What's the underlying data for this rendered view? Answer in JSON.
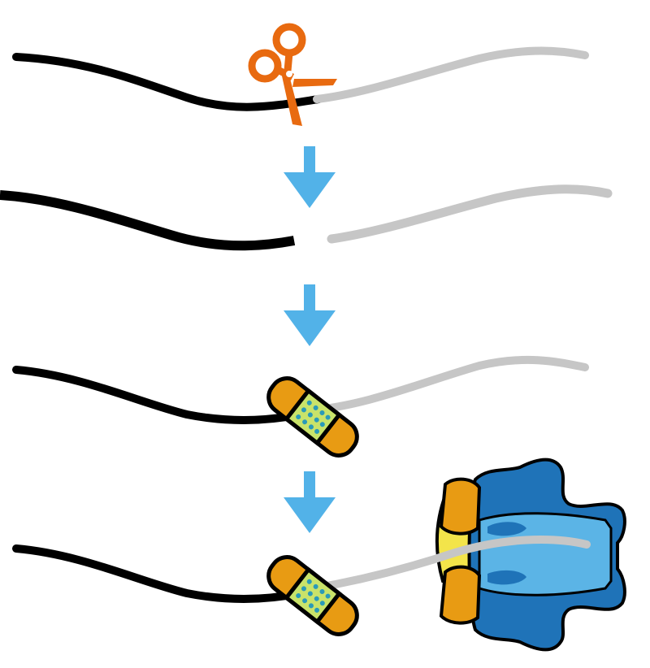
{
  "diagram": {
    "steps": [
      {
        "id": "cut",
        "icon": "scissors-icon"
      },
      {
        "id": "gap",
        "icon": "none"
      },
      {
        "id": "patched",
        "icon": "bandage-icon"
      },
      {
        "id": "patched-with-ribosome",
        "icon": "ribosome-icon"
      }
    ],
    "colors": {
      "strand_left": "#000000",
      "strand_right": "#c6c6c6",
      "arrow": "#52b2e8",
      "scissors": "#e86a10",
      "bandage": "#e89b13",
      "bandage_pad": "#c9e36a",
      "bandage_dots": "#2a9ab9",
      "ribosome_dark": "#1f73b8",
      "ribosome_light": "#5bb4e6",
      "ribosome_yellow": "#f3e44a",
      "ribosome_orange": "#e89b13"
    }
  }
}
